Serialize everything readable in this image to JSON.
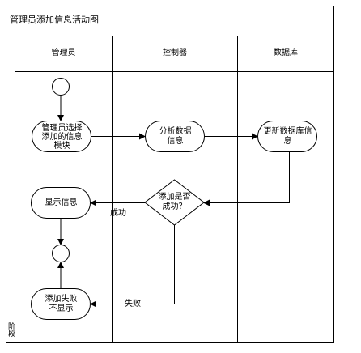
{
  "diagram": {
    "title": "管理员添加信息活动图",
    "phase_label": "阶段",
    "lanes": [
      "管理员",
      "控制器",
      "数据库"
    ],
    "nodes": {
      "select_module": "管理员选择\n添加的信息\n模块",
      "analyze": "分析数据\n信息",
      "update_db": "更新数据库信\n息",
      "decision": "添加是否\n成功？",
      "show_info": "显示信息",
      "fail_show": "添加失败\n不显示"
    },
    "edges": {
      "success": "成功",
      "failure": "失败"
    }
  }
}
